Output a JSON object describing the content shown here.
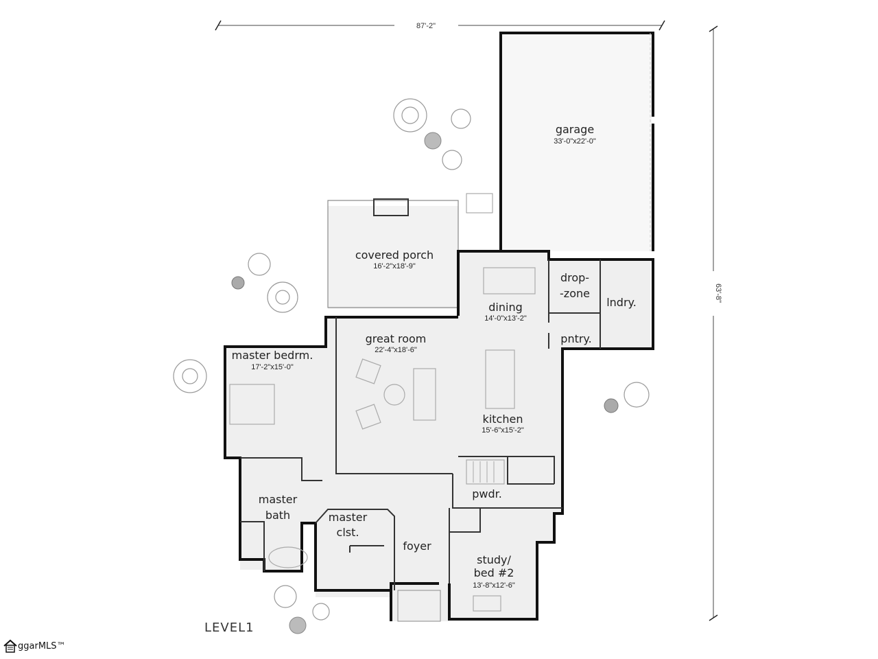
{
  "plan": {
    "level_label": "LEVEL1",
    "overall_width": "87'-2\"",
    "overall_depth": "63'-8\""
  },
  "rooms": {
    "garage": {
      "name": "garage",
      "size": "33'-0\"x22'-0\""
    },
    "covered_porch": {
      "name": "covered porch",
      "size": "16'-2\"x18'-9\""
    },
    "dining": {
      "name": "dining",
      "size": "14'-0\"x13'-2\""
    },
    "drop_zone": {
      "name_line1": "drop-",
      "name_line2": "-zone"
    },
    "laundry": {
      "name": "lndry."
    },
    "pantry": {
      "name": "pntry."
    },
    "great_room": {
      "name": "great room",
      "size": "22'-4\"x18'-6\""
    },
    "master_bedroom": {
      "name": "master bedrm.",
      "size": "17'-2\"x15'-0\""
    },
    "kitchen": {
      "name": "kitchen",
      "size": "15'-6\"x15'-2\""
    },
    "master_bath": {
      "name_line1": "master",
      "name_line2": "bath"
    },
    "master_closet": {
      "name_line1": "master",
      "name_line2": "clst."
    },
    "foyer": {
      "name": "foyer"
    },
    "powder": {
      "name": "pwdr."
    },
    "study": {
      "name_line1": "study/",
      "name_line2": "bed #2",
      "size": "13'-8\"x12'-6\""
    }
  },
  "watermark": {
    "text": "ggarMLS™"
  }
}
